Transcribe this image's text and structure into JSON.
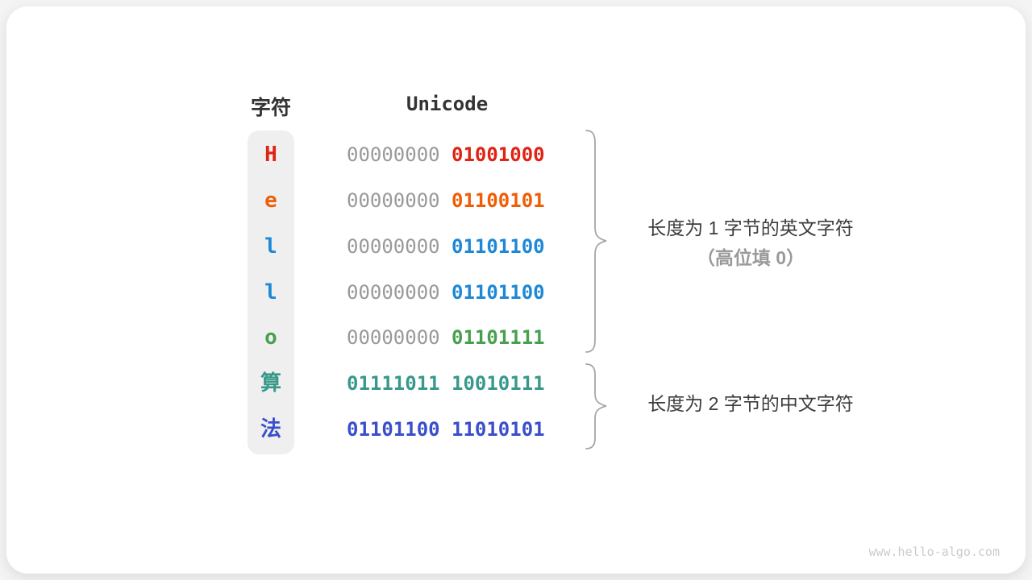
{
  "header": {
    "char_header": "字符",
    "unicode_header": "Unicode"
  },
  "rows": [
    {
      "char": "H",
      "color": "#e02313",
      "byte1": "00000000",
      "byte1_color": "#999999",
      "byte1_em": false,
      "byte2": "01001000",
      "byte2_color": "#e02313",
      "byte2_em": true
    },
    {
      "char": "e",
      "color": "#ee5e07",
      "byte1": "00000000",
      "byte1_color": "#999999",
      "byte1_em": false,
      "byte2": "01100101",
      "byte2_color": "#ee5e07",
      "byte2_em": true
    },
    {
      "char": "l",
      "color": "#1e88d6",
      "byte1": "00000000",
      "byte1_color": "#999999",
      "byte1_em": false,
      "byte2": "01101100",
      "byte2_color": "#1e88d6",
      "byte2_em": true
    },
    {
      "char": "l",
      "color": "#1e88d6",
      "byte1": "00000000",
      "byte1_color": "#999999",
      "byte1_em": false,
      "byte2": "01101100",
      "byte2_color": "#1e88d6",
      "byte2_em": true
    },
    {
      "char": "o",
      "color": "#48a04e",
      "byte1": "00000000",
      "byte1_color": "#999999",
      "byte1_em": false,
      "byte2": "01101111",
      "byte2_color": "#48a04e",
      "byte2_em": true
    },
    {
      "char": "算",
      "color": "#38998b",
      "byte1": "01111011",
      "byte1_color": "#38998b",
      "byte1_em": true,
      "byte2": "10010111",
      "byte2_color": "#38998b",
      "byte2_em": true
    },
    {
      "char": "法",
      "color": "#3a4ecc",
      "byte1": "01101100",
      "byte1_color": "#3a4ecc",
      "byte1_em": true,
      "byte2": "11010101",
      "byte2_color": "#3a4ecc",
      "byte2_em": true
    }
  ],
  "annotations": {
    "english": {
      "line1": "长度为 1 字节的英文字符",
      "line2": "（高位填 0）"
    },
    "chinese": {
      "line1": "长度为 2 字节的中文字符"
    }
  },
  "brace_color": "#a6a6a6",
  "watermark": "www.hello-algo.com"
}
